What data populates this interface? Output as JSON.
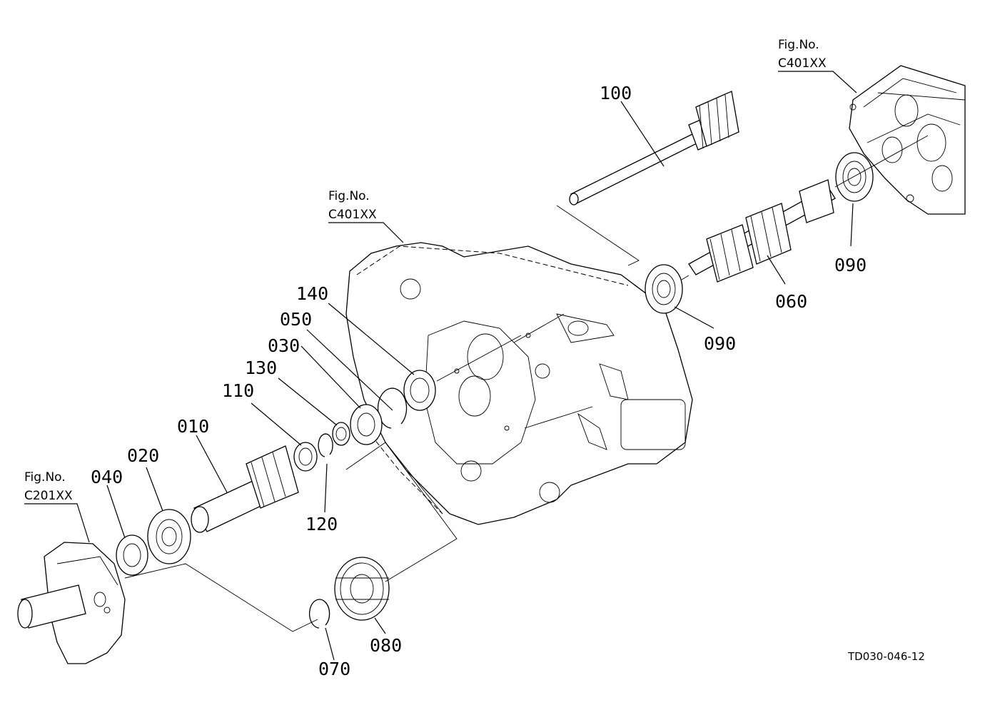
{
  "figure_refs": [
    {
      "id": "ref-top-right",
      "line1": "Fig.No.",
      "line2": "C401XX"
    },
    {
      "id": "ref-center",
      "line1": "Fig.No.",
      "line2": "C401XX"
    },
    {
      "id": "ref-left",
      "line1": "Fig.No.",
      "line2": "C201XX"
    }
  ],
  "part_labels": {
    "p100": "100",
    "p090a": "090",
    "p090b": "090",
    "p060": "060",
    "p140": "140",
    "p050": "050",
    "p030": "030",
    "p130": "130",
    "p110": "110",
    "p010": "010",
    "p020": "020",
    "p040": "040",
    "p120": "120",
    "p080": "080",
    "p070": "070"
  },
  "drawing_code": "TD030-046-12"
}
